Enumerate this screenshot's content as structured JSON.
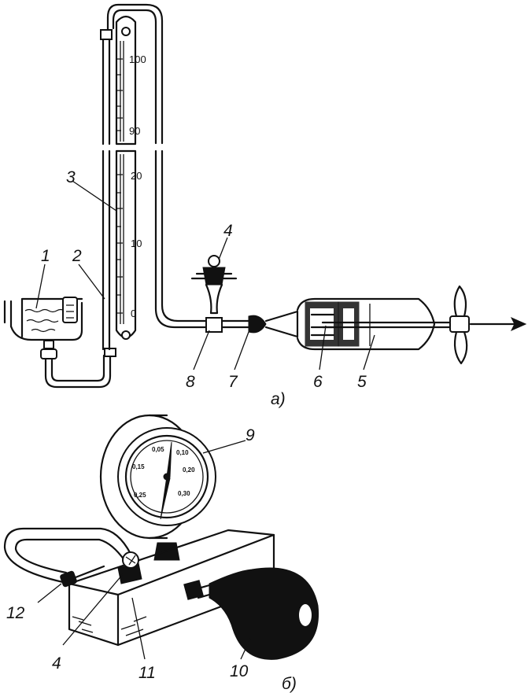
{
  "figure_a": {
    "labels": [
      "1",
      "2",
      "3",
      "4",
      "8",
      "7",
      "6",
      "5"
    ],
    "scale_upper": [
      "100",
      "90"
    ],
    "scale_lower": [
      "20",
      "10",
      "0"
    ],
    "caption": "а)"
  },
  "figure_b": {
    "labels": [
      "9",
      "12",
      "4",
      "11",
      "10"
    ],
    "dial_marks": [
      "0,05",
      "0,10",
      "0,15",
      "0,20",
      "0,25",
      "0,30"
    ],
    "caption": "б)"
  },
  "icons": [
    "arrow-right-icon",
    "fan-icon",
    "bulb-icon",
    "gauge-icon"
  ]
}
